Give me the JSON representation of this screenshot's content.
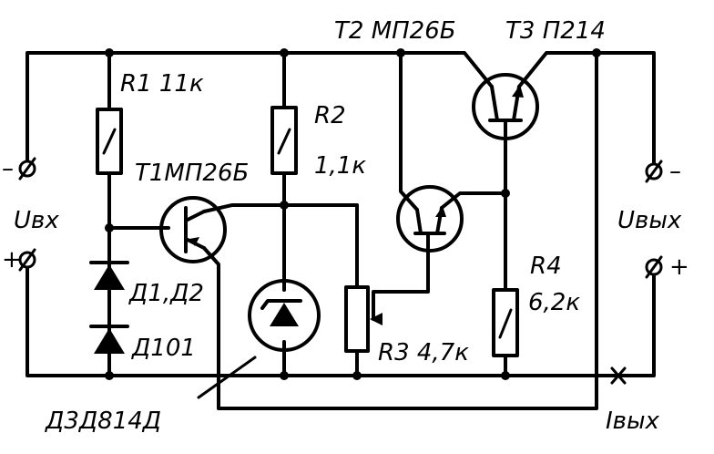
{
  "labels": {
    "t2": "Т2 МП26Б",
    "t3": "Т3 П214",
    "r1": "R1 11к",
    "r2": "R2",
    "r2_value": "1,1к",
    "t1": "Т1МП26Б",
    "uin": "Uвх",
    "uout": "Uвых",
    "d1d2": "Д1,Д2",
    "d101": "Д101",
    "r3": "R3 4,7к",
    "r4": "R4",
    "r4_value": "6,2к",
    "d3": "Д3Д814Д",
    "iout": "Iвых",
    "minus_in": "–",
    "plus_in": "+",
    "minus_out": "–",
    "plus_out": "+"
  }
}
